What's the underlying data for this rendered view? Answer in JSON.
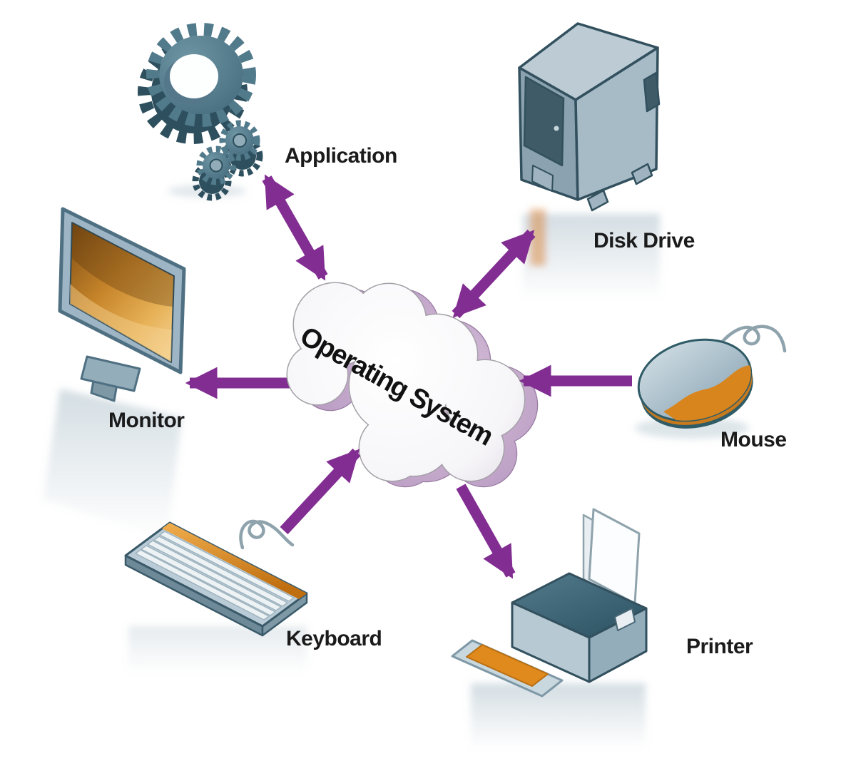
{
  "diagram": {
    "center_label": "Operating System",
    "nodes": {
      "application": {
        "label": "Application",
        "connection": "bidirectional"
      },
      "disk_drive": {
        "label": "Disk Drive",
        "connection": "bidirectional"
      },
      "monitor": {
        "label": "Monitor",
        "connection": "os-to-device"
      },
      "mouse": {
        "label": "Mouse",
        "connection": "device-to-os"
      },
      "keyboard": {
        "label": "Keyboard",
        "connection": "device-to-os"
      },
      "printer": {
        "label": "Printer",
        "connection": "os-to-device"
      }
    },
    "connections": [
      {
        "from": "Operating System",
        "to": "Application",
        "type": "bidirectional"
      },
      {
        "from": "Operating System",
        "to": "Disk Drive",
        "type": "bidirectional"
      },
      {
        "from": "Operating System",
        "to": "Monitor",
        "type": "one-way"
      },
      {
        "from": "Mouse",
        "to": "Operating System",
        "type": "one-way"
      },
      {
        "from": "Keyboard",
        "to": "Operating System",
        "type": "one-way"
      },
      {
        "from": "Operating System",
        "to": "Printer",
        "type": "one-way"
      }
    ],
    "colors": {
      "arrow": "#822D92",
      "cloud_fill": "#FFFFFF",
      "cloud_side": "#C3A5CA",
      "cloud_outline": "#A4A0A8",
      "device_steel": "#9FB6C3",
      "device_dark": "#3F5B68",
      "accent_orange": "#DD8A1E",
      "label_color": "#1B1B1B",
      "background": "#FFFFFF"
    }
  }
}
